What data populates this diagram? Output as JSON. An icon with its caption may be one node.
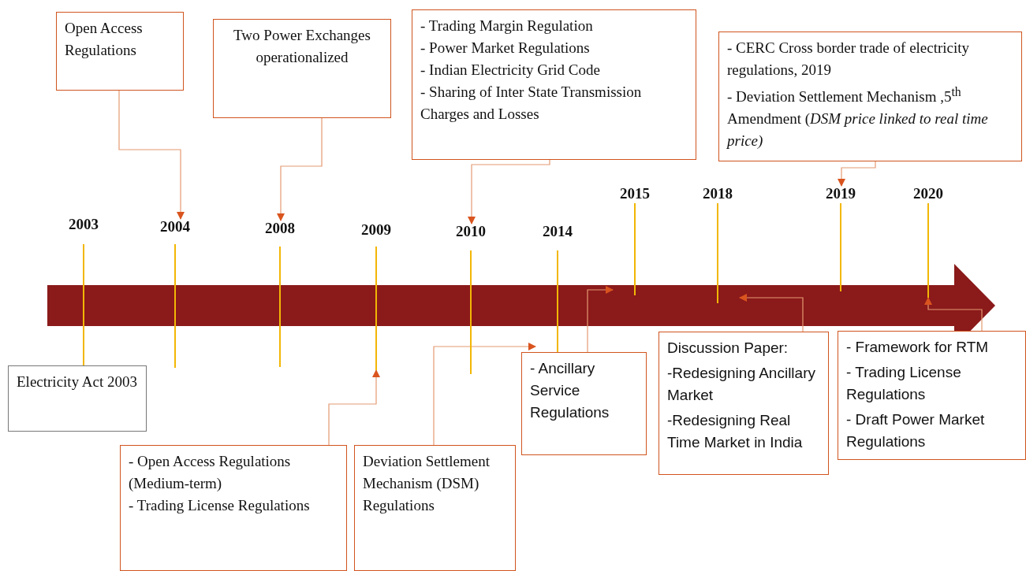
{
  "diagram": {
    "nodes": [
      {
        "text": [
          "Open Access Regulations"
        ]
      },
      {
        "text": [
          "Two Power Exchanges operationalized"
        ]
      },
      {
        "text": [
          "- Trading Margin Regulation",
          "- Power Market Regulations",
          "- Indian Electricity Grid Code",
          "- Sharing of Inter State Transmission Charges and Losses"
        ]
      },
      {
        "text": [
          "- CERC Cross border trade of electricity regulations, 2019",
          "- Deviation Settlement Mechanism ,5$^{th}$ Amendment (*DSM price linked to real time price)*"
        ]
      },
      {
        "text": [
          "2003"
        ]
      },
      {
        "text": [
          "2004"
        ]
      },
      {
        "text": [
          "2008"
        ]
      },
      {
        "text": [
          "2009"
        ]
      },
      {
        "text": [
          "2010"
        ]
      },
      {
        "text": [
          "2014"
        ]
      },
      {
        "text": [
          "2015"
        ]
      },
      {
        "text": [
          "2018"
        ]
      },
      {
        "text": [
          "2019"
        ]
      },
      {
        "text": [
          "2020"
        ]
      },
      {
        "text": [
          "Electricity Act 2003"
        ]
      },
      {
        "text": [
          "- Open Access Regulations (Medium-term)",
          "- Trading License Regulations"
        ]
      },
      {
        "text": [
          "Deviation Settlement Mechanism (DSM) Regulations"
        ]
      },
      {
        "text": [
          "- Ancillary Service Regulations"
        ]
      },
      {
        "text": [
          "Discussion Paper:",
          "-Redesigning Ancillary Market",
          "-Redesigning Real Time Market in India"
        ]
      },
      {
        "text": [
          "- Framework for RTM",
          "- Trading License Regulations",
          "- Draft Power Market Regulations"
        ]
      }
    ],
    "edges": [
      {
        "from": 0,
        "to": 5,
        "arrow": "to"
      },
      {
        "from": 1,
        "to": 6,
        "arrow": "to"
      },
      {
        "from": 2,
        "to": 8,
        "arrow": "to"
      },
      {
        "from": 3,
        "to": 12,
        "arrow": "to"
      },
      {
        "from": 4,
        "to": 14,
        "arrow": "none",
        "color": "#f2b705"
      },
      {
        "from": 15,
        "to": 7,
        "arrow": "to"
      },
      {
        "from": 16,
        "to": 9,
        "arrow": "to"
      },
      {
        "from": 17,
        "to": 10,
        "arrow": "to"
      },
      {
        "from": 18,
        "to": 11,
        "arrow": "to"
      },
      {
        "from": 19,
        "to": 13,
        "arrow": "to"
      }
    ]
  }
}
